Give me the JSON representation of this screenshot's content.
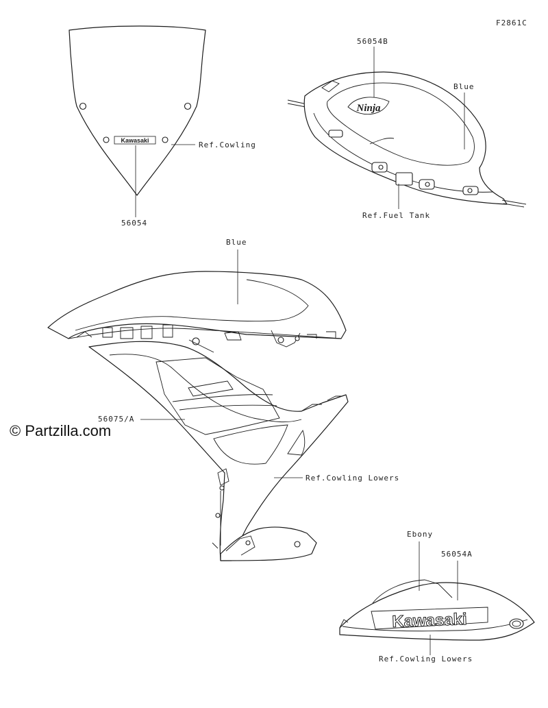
{
  "figure_code": "F2861C",
  "watermark": "© Partzilla.com",
  "parts": {
    "windshield": {
      "part_no": "56054",
      "ref": "Ref.Cowling",
      "decal_text": "Kawasaki"
    },
    "fuel_tank": {
      "part_no": "56054B",
      "color": "Blue",
      "ref": "Ref.Fuel Tank",
      "decal_text": "Ninja"
    },
    "cowling": {
      "color": "Blue",
      "part_no": "56075/A",
      "ref": "Ref.Cowling Lowers"
    },
    "lower": {
      "color": "Ebony",
      "part_no": "56054A",
      "ref": "Ref.Cowling Lowers",
      "decal_text": "Kawasaki"
    }
  },
  "colors": {
    "line": "#1a1a1a",
    "background": "#ffffff"
  }
}
